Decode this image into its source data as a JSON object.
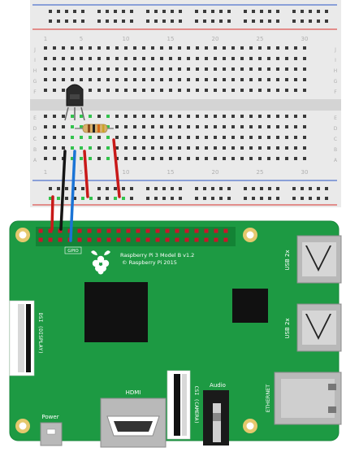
{
  "breadboard": {
    "column_numbers": [
      "1",
      "5",
      "10",
      "15",
      "20",
      "25",
      "30"
    ],
    "row_letters_top": [
      "J",
      "I",
      "H",
      "G",
      "F"
    ],
    "row_letters_bottom": [
      "E",
      "D",
      "C",
      "B",
      "A"
    ]
  },
  "board": {
    "model_line1": "Raspberry Pi 3 Model B v1.2",
    "model_line2": "© Raspberry Pi 2015",
    "gpio_label": "GPIO",
    "dsi_label": "DSI (DISPLAY)",
    "csi_label": "CSI (CAMERA)",
    "hdmi_label": "HDMI",
    "audio_label": "Audio",
    "power_label": "Power",
    "ethernet_label": "ETHERNET",
    "usb_top_label": "USB 2x",
    "usb_bottom_label": "USB 2x"
  },
  "colors": {
    "board": "#1d9a43",
    "board_edge": "#17863a",
    "breadboard": "#eaeaea",
    "rail_red": "#d9302c",
    "rail_blue": "#2a55c6",
    "wire_red": "#c81919",
    "wire_black": "#141414",
    "wire_blue": "#1b74d6",
    "chip": "#111111",
    "metal": "#b9b9b9",
    "header_pin": "#c8142a",
    "hole": "#3a3a3a"
  },
  "icons": {
    "logo": "raspberry-logo-icon",
    "sensor": "temperature-sensor-icon",
    "resistor": "resistor-icon"
  }
}
